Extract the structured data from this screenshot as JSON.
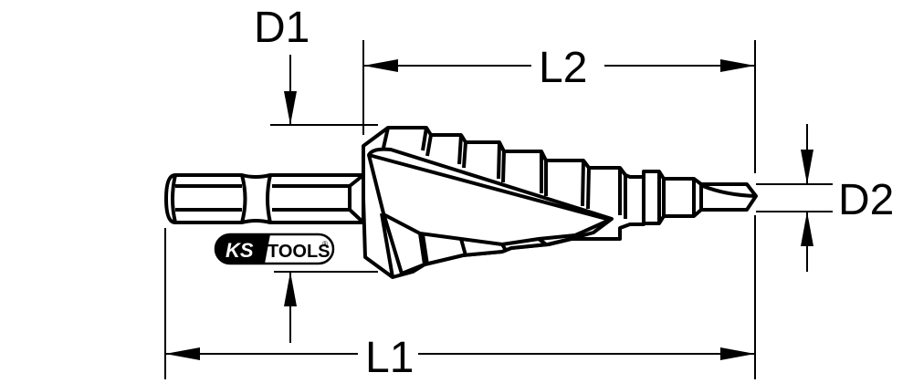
{
  "diagram": {
    "subject": "Step drill bit with hex shank",
    "brand_logo": {
      "left": "KS",
      "right": "TOOLS",
      "registered": "®"
    },
    "dimensions": {
      "D1": "D1",
      "D2": "D2",
      "L1": "L1",
      "L2": "L2"
    },
    "colors": {
      "line": "#000000",
      "background": "#ffffff"
    }
  }
}
